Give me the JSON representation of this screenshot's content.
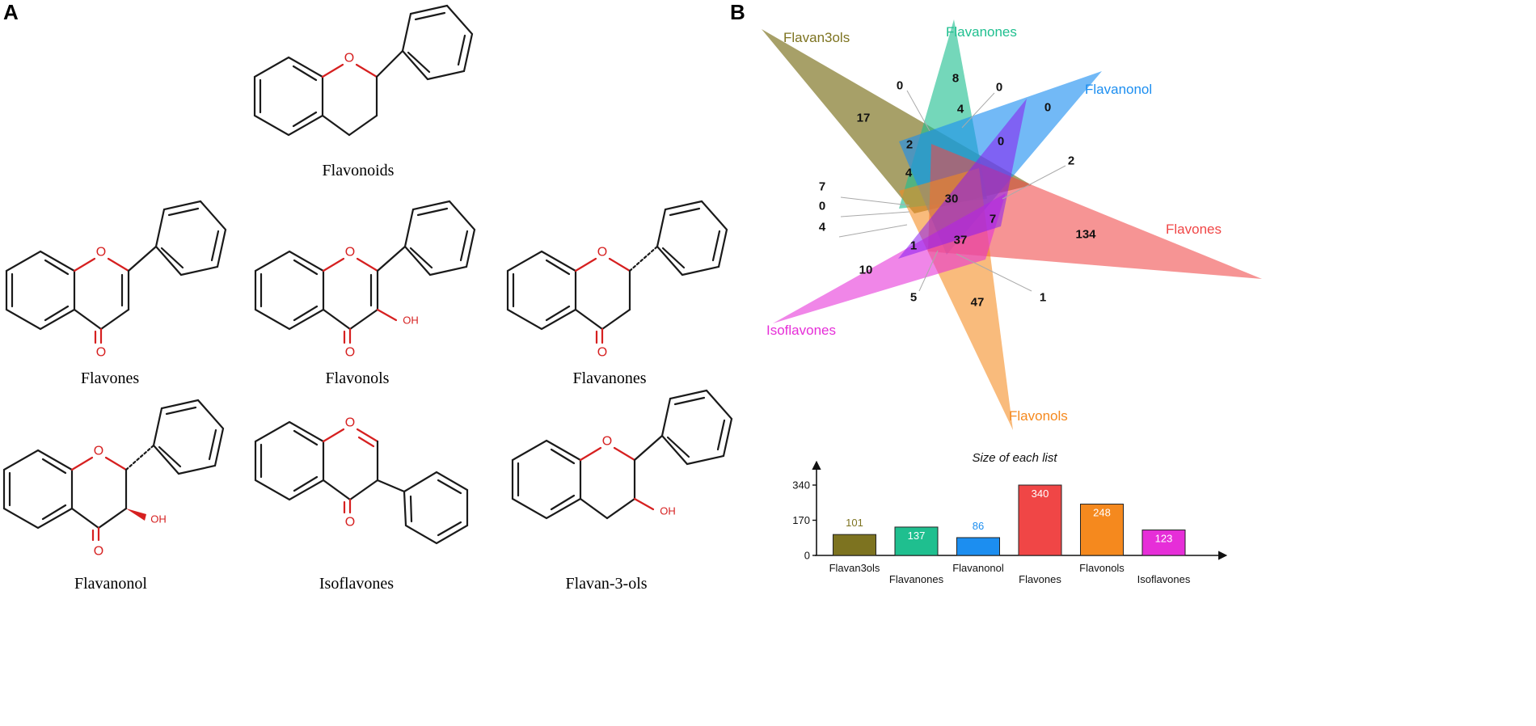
{
  "panels": {
    "a": "A",
    "b": "B"
  },
  "structures": [
    {
      "label": "Flavonoids"
    },
    {
      "label": "Flavones"
    },
    {
      "label": "Flavonols"
    },
    {
      "label": "Flavanones"
    },
    {
      "label": "Flavanonol"
    },
    {
      "label": "Isoflavones"
    },
    {
      "label": "Flavan-3-ols"
    }
  ],
  "atoms": {
    "oxygen": "O",
    "hydroxyl": "OH"
  },
  "venn": {
    "sets": [
      {
        "name": "Flavan3ols",
        "color": "#7d7320"
      },
      {
        "name": "Flavanones",
        "color": "#1fbf8f"
      },
      {
        "name": "Flavanonol",
        "color": "#1c8ef0"
      },
      {
        "name": "Flavones",
        "color": "#f04646"
      },
      {
        "name": "Flavonols",
        "color": "#f5891e"
      },
      {
        "name": "Isoflavones",
        "color": "#e62ed8"
      }
    ],
    "counts": [
      "17",
      "8",
      "0",
      "134",
      "47",
      "10",
      "0",
      "0",
      "4",
      "2",
      "0",
      "4",
      "30",
      "7",
      "37",
      "1",
      "7",
      "0",
      "4",
      "2",
      "5",
      "1"
    ]
  },
  "chart_data": {
    "type": "bar",
    "title": "Size of each list",
    "categories": [
      "Flavan3ols",
      "Flavanones",
      "Flavanonol",
      "Flavones",
      "Flavonols",
      "Isoflavones"
    ],
    "values": [
      101,
      137,
      86,
      340,
      248,
      123
    ],
    "colors": [
      "#7d7320",
      "#1fbf8f",
      "#1c8ef0",
      "#f04646",
      "#f5891e",
      "#e62ed8"
    ],
    "value_label_colors": [
      "#7d7320",
      "#ffffff",
      "#1c8ef0",
      "#ffffff",
      "#ffffff",
      "#ffffff"
    ],
    "yticks": [
      "0",
      "170",
      "340"
    ],
    "ytick_values": [
      0,
      170,
      340
    ],
    "ylim": [
      0,
      340
    ],
    "grid": false,
    "xlabel": "",
    "ylabel": ""
  }
}
